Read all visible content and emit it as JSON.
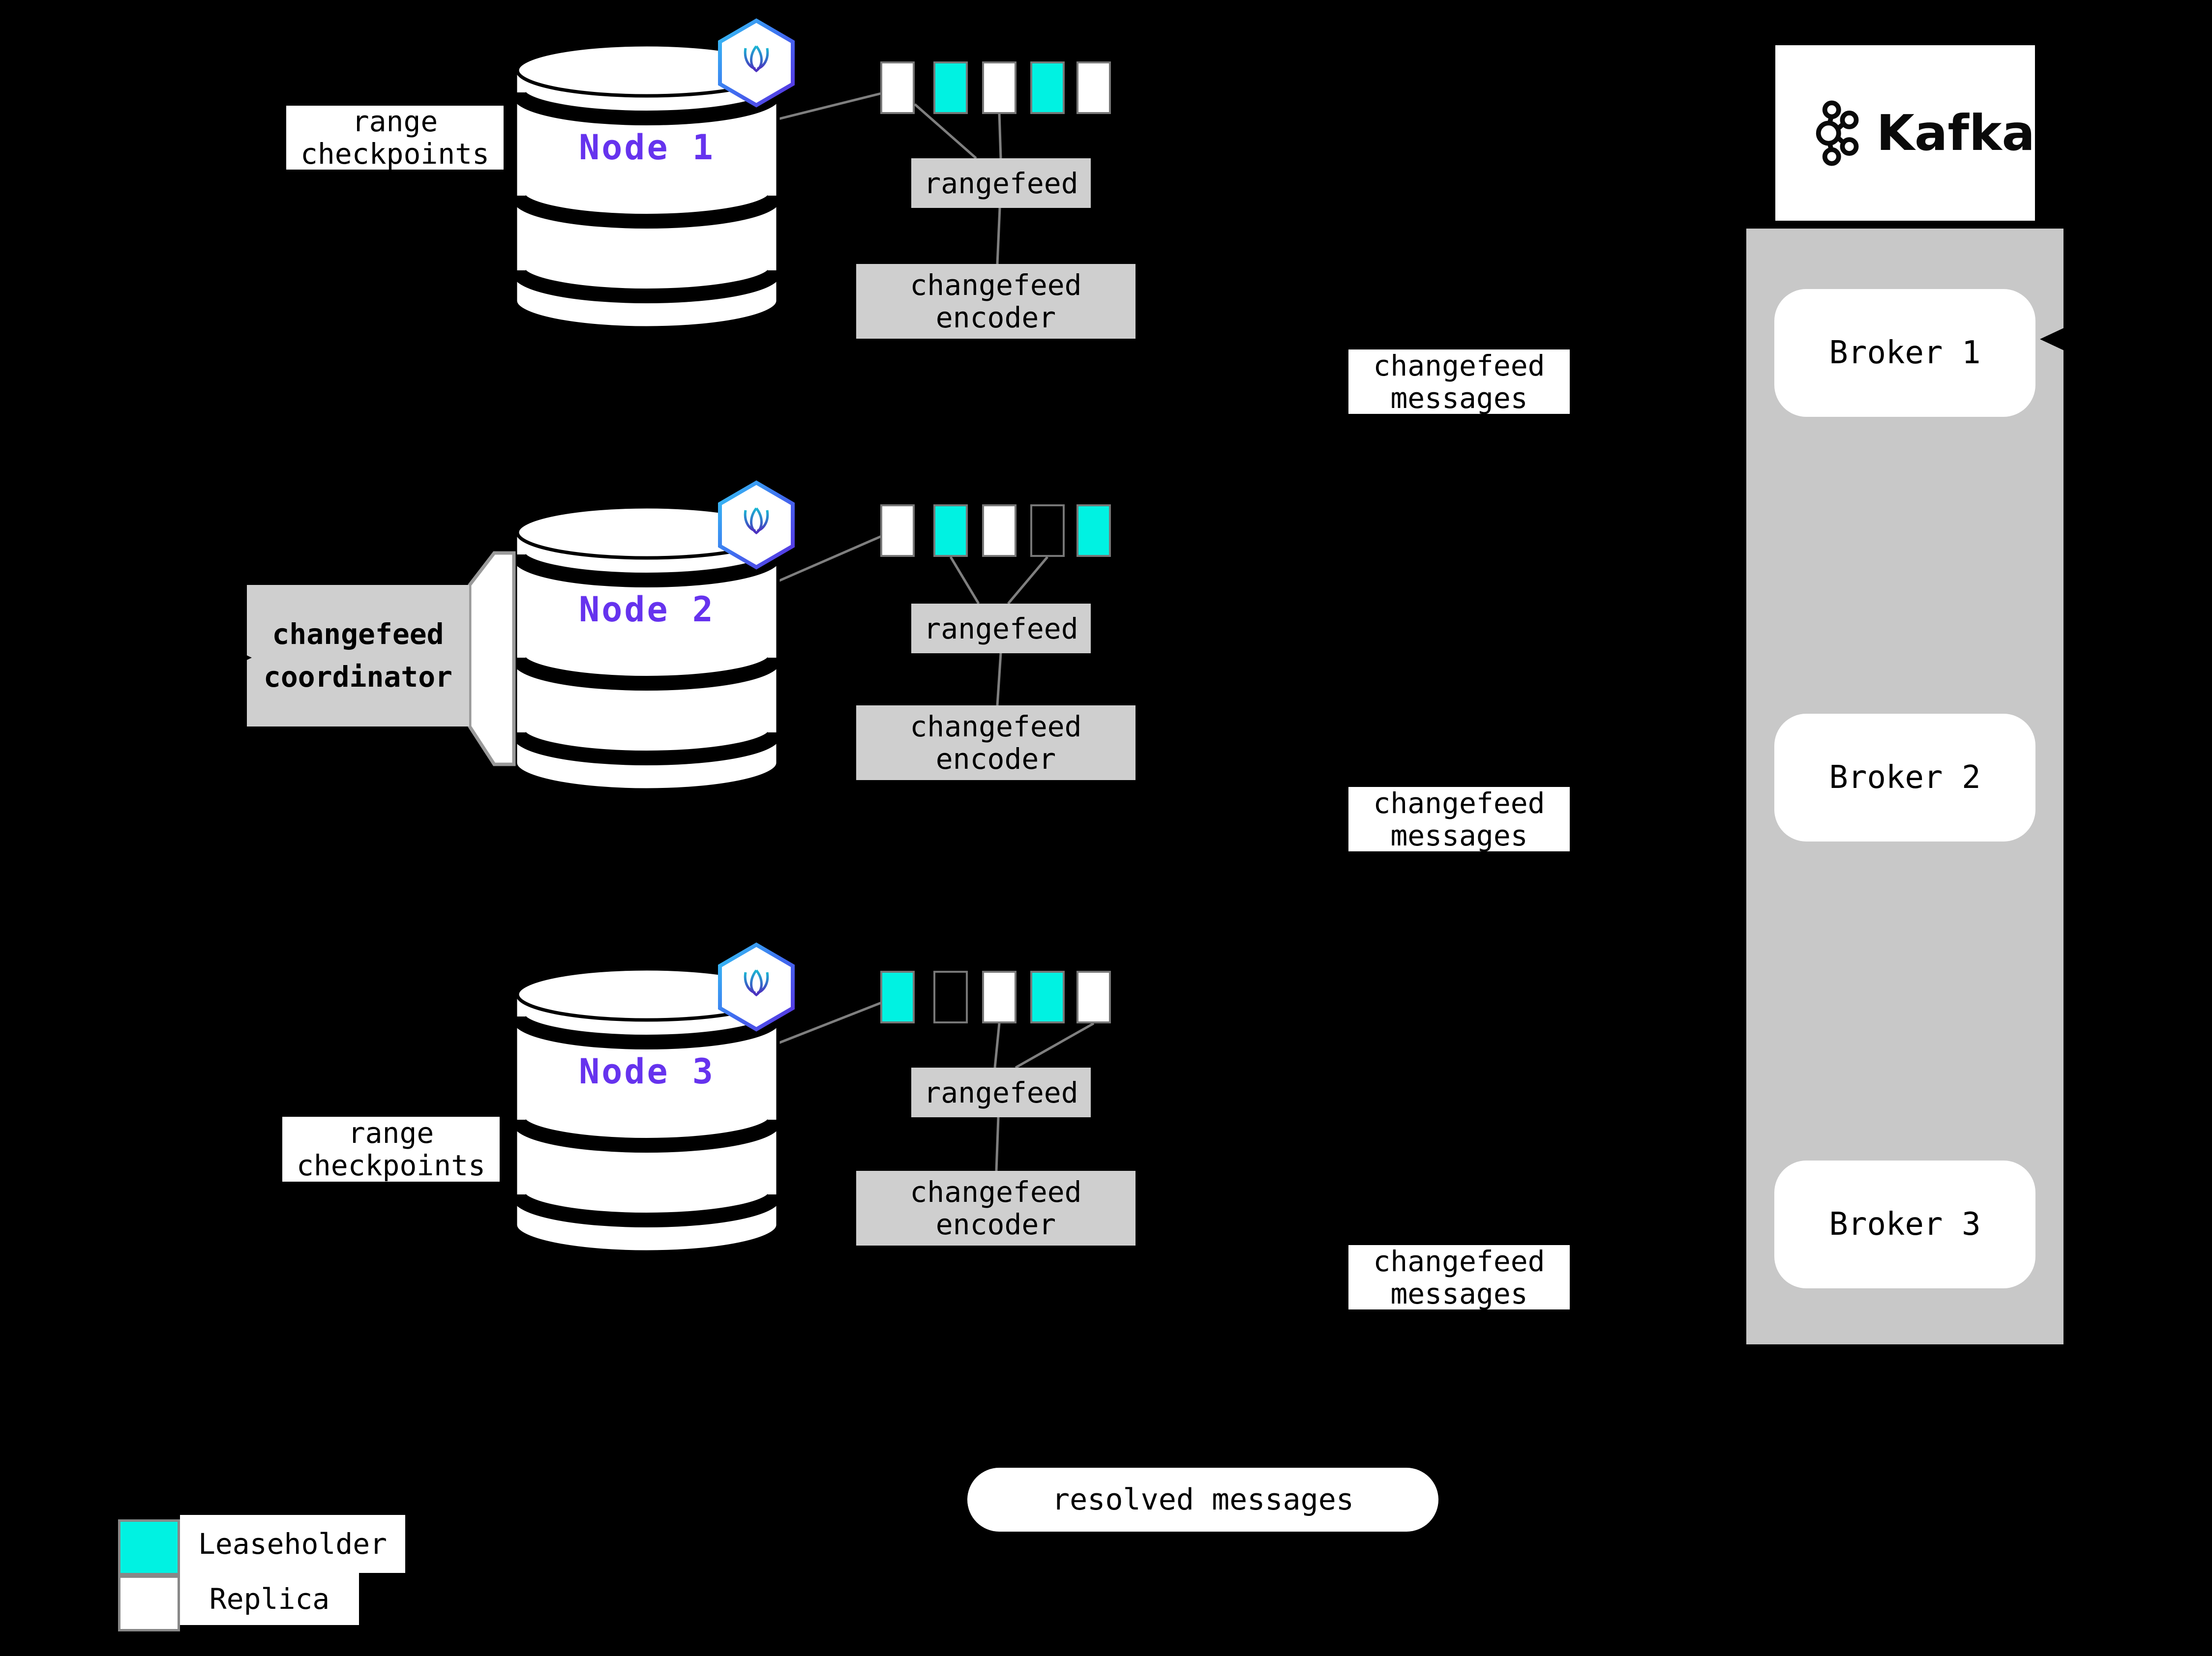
{
  "colors": {
    "background": "#000000",
    "leaseholder": "#00f2e2",
    "replica": "#ffffff",
    "empty_range": "transparent",
    "node_label": "#6633ee",
    "process_box": "#cfcfcf",
    "kafka_panel": "#c8c8c8",
    "connector_line": "#7f7f7f",
    "label_background": "#ffffff",
    "text": "#000000"
  },
  "nodes": [
    {
      "label": "Node 1",
      "ranges": [
        "replica",
        "leaseholder",
        "replica",
        "leaseholder",
        "replica"
      ],
      "rangefeed": "rangefeed",
      "encoder": "changefeed\nencoder",
      "messages": "changefeed\nmessages"
    },
    {
      "label": "Node 2",
      "ranges": [
        "replica",
        "leaseholder",
        "replica",
        "empty",
        "leaseholder"
      ],
      "rangefeed": "rangefeed",
      "encoder": "changefeed\nencoder",
      "messages": "changefeed\nmessages"
    },
    {
      "label": "Node 3",
      "ranges": [
        "leaseholder",
        "empty",
        "replica",
        "leaseholder",
        "replica"
      ],
      "rangefeed": "rangefeed",
      "encoder": "changefeed\nencoder",
      "messages": "changefeed\nmessages"
    }
  ],
  "annotations": {
    "range_checkpoints": "range\ncheckpoints",
    "coordinator": "changefeed\ncoordinator",
    "resolved": "resolved messages"
  },
  "kafka": {
    "brand": "Kafka",
    "brokers": [
      "Broker 1",
      "Broker 2",
      "Broker 3"
    ]
  },
  "legend": {
    "leaseholder": "Leaseholder",
    "replica": "Replica"
  }
}
